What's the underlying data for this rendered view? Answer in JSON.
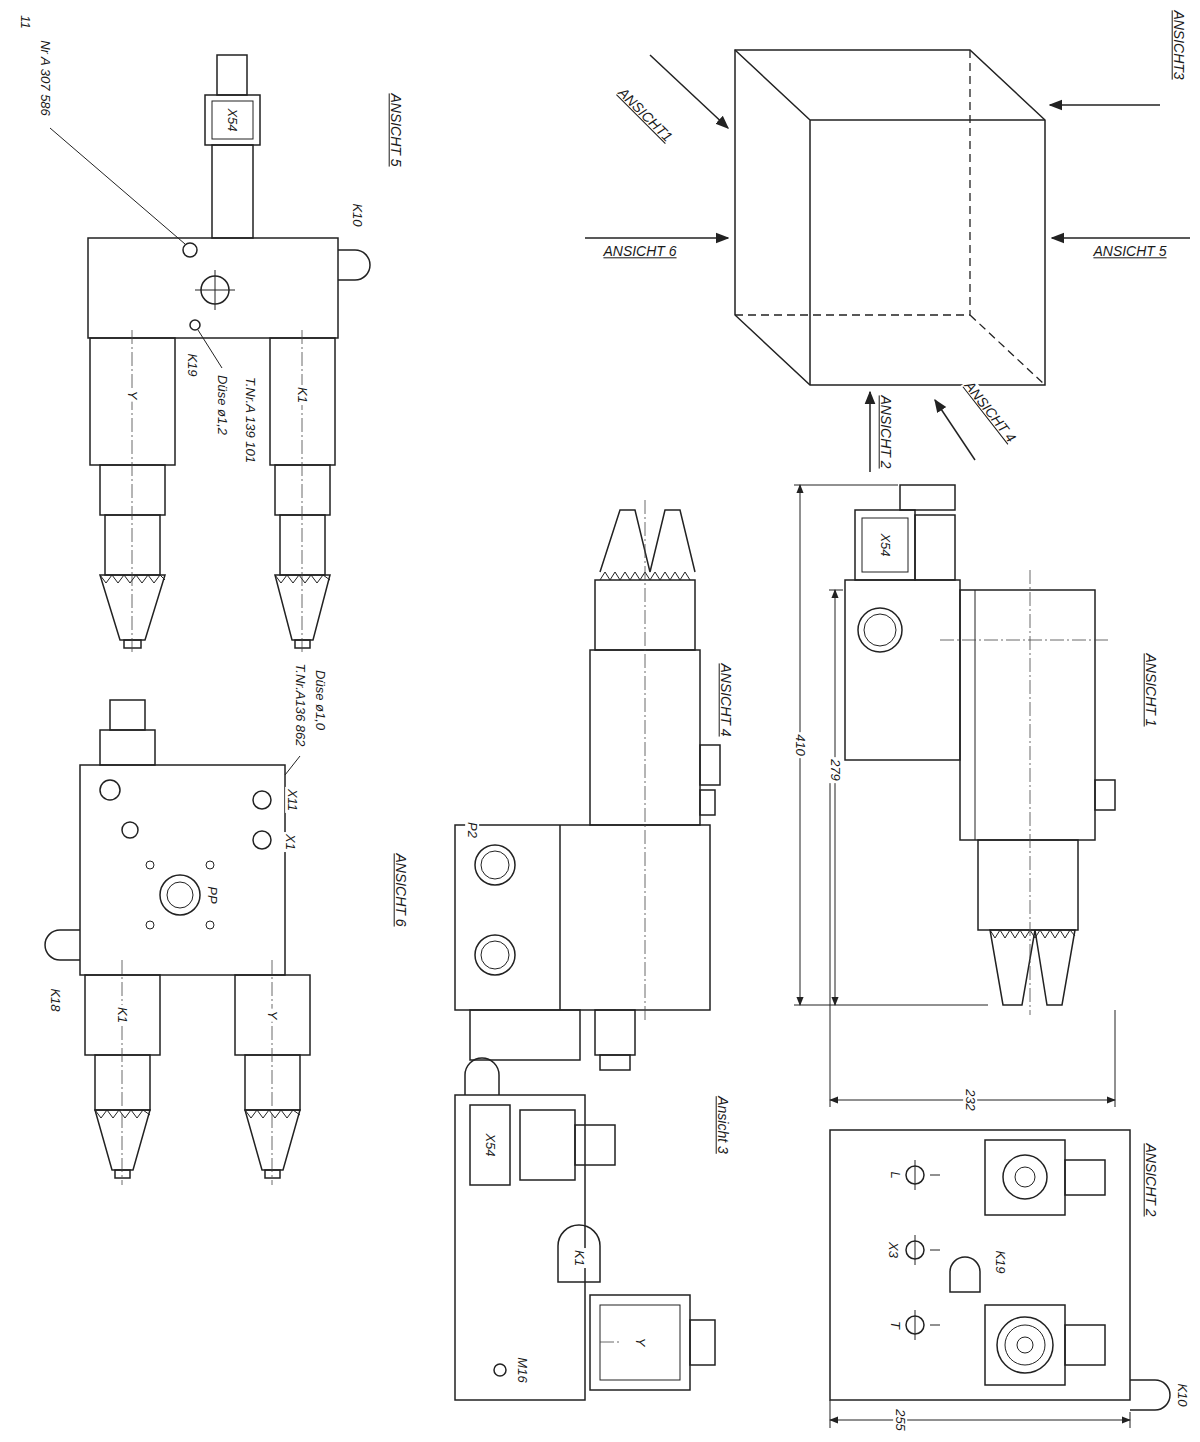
{
  "diagram": {
    "labels": [
      "ANSICHT3",
      "ANSICHT1",
      "ANSICHT 6",
      "ANSICHT 5",
      "ANSICHT 2",
      "ANSICHT 4",
      "ANSICHT 1",
      "X54",
      "410",
      "279",
      "232",
      "ANSICHT 2",
      "L",
      "X3",
      "K19",
      "T",
      "255",
      "K10",
      "ANSICHT 4",
      "P2",
      "Ansicht 3",
      "X54",
      "K1",
      "M16",
      "Y",
      "ANSICHT 5",
      "K10",
      "K1",
      "Y",
      "K19",
      "X54",
      "Düse ø1,2",
      "T.Nr.A 139 101",
      "11",
      "Nr A 307 586",
      "ANSICHT 6",
      "Düse ø1,0",
      "T.Nr.A136 862",
      "X11",
      "X1",
      "PP",
      "K1",
      "Y",
      "K18"
    ]
  }
}
